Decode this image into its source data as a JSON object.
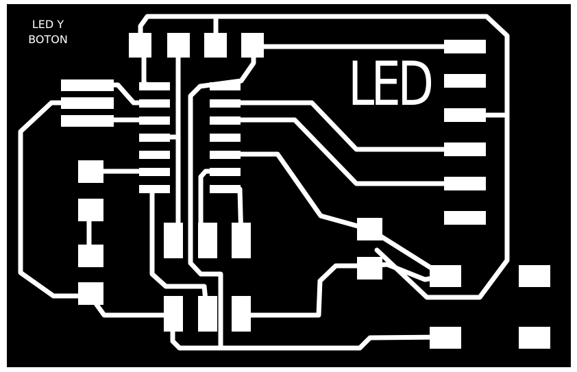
{
  "board_title_line1": "LED Y",
  "board_title_line2": "BOTON",
  "silkscreen_label": "LED",
  "colors": {
    "background": "#ffffff",
    "board": "#000000",
    "copper": "#ffffff"
  }
}
